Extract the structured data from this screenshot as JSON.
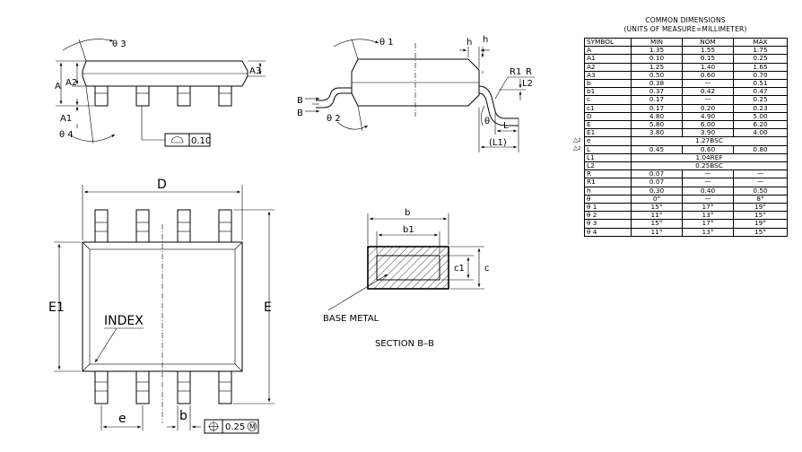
{
  "table": {
    "title": "COMMON  DIMENSIONS",
    "subtitle": "(UNITS  OF  MEASURE=MILLIMETER)",
    "headers": [
      "SYMBOL",
      "MIN",
      "NOM",
      "MAX"
    ],
    "rows": [
      [
        "A",
        "1.35",
        "1.55",
        "1.75"
      ],
      [
        "A1",
        "0.10",
        "0.15",
        "0.25"
      ],
      [
        "A2",
        "1.25",
        "1.40",
        "1.65"
      ],
      [
        "A3",
        "0.50",
        "0.60",
        "0.70"
      ],
      [
        "b",
        "0.38",
        "—",
        "0.51"
      ],
      [
        "b1",
        "0.37",
        "0.42",
        "0.47"
      ],
      [
        "c",
        "0.17",
        "—",
        "0.25"
      ],
      [
        "c1",
        "0.17",
        "0.20",
        "0.23"
      ],
      [
        "D",
        "4.80",
        "4.90",
        "5.00"
      ],
      [
        "E",
        "5.80",
        "6.00",
        "6.20"
      ],
      [
        "E1",
        "3.80",
        "3.90",
        "4.00"
      ],
      [
        "e",
        "1.27BSC"
      ],
      [
        "L",
        "0.45",
        "0.60",
        "0.80"
      ],
      [
        "L1",
        "1.04REF"
      ],
      [
        "L2",
        "0.25BSC"
      ],
      [
        "R",
        "0.07",
        "—",
        "—"
      ],
      [
        "R1",
        "0.07",
        "—",
        "—"
      ],
      [
        "h",
        "0.30",
        "0.40",
        "0.50"
      ],
      [
        "θ",
        "0°",
        "—",
        "8°"
      ],
      [
        "θ 1",
        "15°",
        "17°",
        "19°"
      ],
      [
        "θ 2",
        "11°",
        "13°",
        "15°"
      ],
      [
        "θ 3",
        "15°",
        "17°",
        "19°"
      ],
      [
        "θ 4",
        "11°",
        "13°",
        "15°"
      ]
    ],
    "change_mark": "△",
    "change_number": "2"
  },
  "side_view": {
    "theta3": "θ 3",
    "A": "A",
    "A2": "A2",
    "A3": "A3",
    "A1": "A1",
    "theta4": "θ 4",
    "tolerance": "0.10"
  },
  "end_view": {
    "theta1": "θ 1",
    "h1": "h",
    "h2": "h",
    "R1": "R1",
    "R": "R",
    "L2": "L2",
    "B1": "B",
    "B2": "B",
    "theta2": "θ 2",
    "theta": "θ",
    "L": "L",
    "L1": "(L1)"
  },
  "top_view": {
    "D": "D",
    "E1": "E1",
    "E": "E",
    "index": "INDEX",
    "e": "e",
    "b": "b",
    "tolerance": "0.25",
    "modifier": "M"
  },
  "section": {
    "b": "b",
    "b1": "b1",
    "c1": "c1",
    "c": "c",
    "base_metal": "BASE  METAL",
    "title": "SECTION  B–B"
  }
}
